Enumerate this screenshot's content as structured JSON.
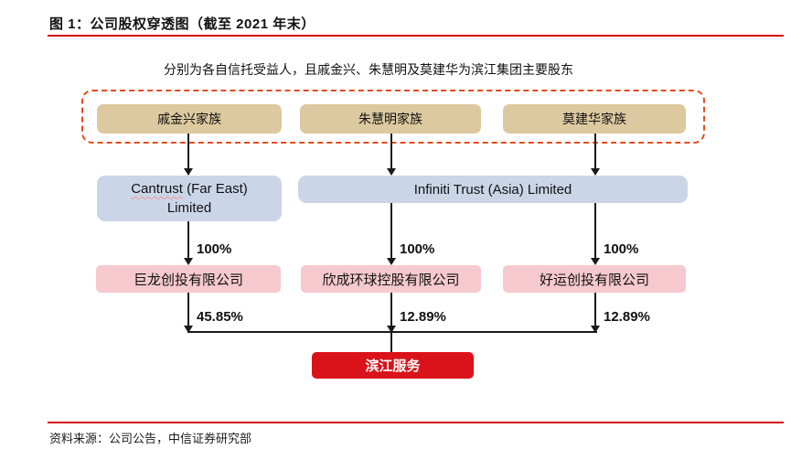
{
  "figure": {
    "title": "图 1：公司股权穿透图（截至 2021 年末）",
    "source": "资料来源：公司公告，中信证券研究部"
  },
  "diagram": {
    "note": "分别为各自信托受益人，且戚金兴、朱慧明及莫建华为滨江集团主要股东",
    "families": [
      {
        "label": "戚金兴家族"
      },
      {
        "label": "朱慧明家族"
      },
      {
        "label": "莫建华家族"
      }
    ],
    "trusts": {
      "cantrust": {
        "line1_word": "Cantrust",
        "line1_rest": " (Far East)",
        "line2": "Limited"
      },
      "infiniti": {
        "label": "Infiniti Trust (Asia) Limited"
      }
    },
    "trust_ownership": [
      "100%",
      "100%",
      "100%"
    ],
    "holdcos": [
      {
        "label": "巨龙创投有限公司",
        "stake": "45.85%"
      },
      {
        "label": "欣成环球控股有限公司",
        "stake": "12.89%"
      },
      {
        "label": "好运创投有限公司",
        "stake": "12.89%"
      }
    ],
    "target": {
      "label": "滨江服务"
    }
  },
  "colors": {
    "rule_red": "#D40000",
    "dashed_border": "#E8491B",
    "family_box_bg": "#DCC99F",
    "trust_box_bg": "#CBD5E8",
    "holdco_box_bg": "#F6C9CF",
    "target_box_bg": "#DA121A",
    "target_text": "#FFFFFF",
    "line_color": "#1A1A1A"
  }
}
